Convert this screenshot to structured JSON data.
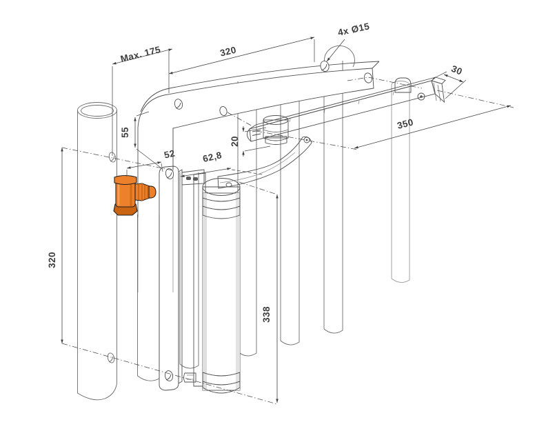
{
  "drawing": {
    "kind": "gate-closer installation dimensions",
    "dimensions": {
      "max_width": "Max. 175",
      "rail_length": "320",
      "holes": "4x Ø15",
      "rail_depth": "30",
      "slide_rail_length": "350",
      "top_offset": "55",
      "plate_offset": "52",
      "body_offset": "62,8",
      "slider_height": "20",
      "post_hole_spacing": "320",
      "body_height": "338"
    }
  },
  "colors": {
    "line": "#4f4f4f",
    "dim_line": "#4a4a4a",
    "dim_text": "#3d3d3d",
    "accent_orange": "#ED812B",
    "accent_orange_dark": "#C96512",
    "accent_orange_light": "#F6A259",
    "metal_light": "#ececec",
    "metal_mid": "#b3b3b3",
    "metal_dark": "#8d8d8d"
  }
}
